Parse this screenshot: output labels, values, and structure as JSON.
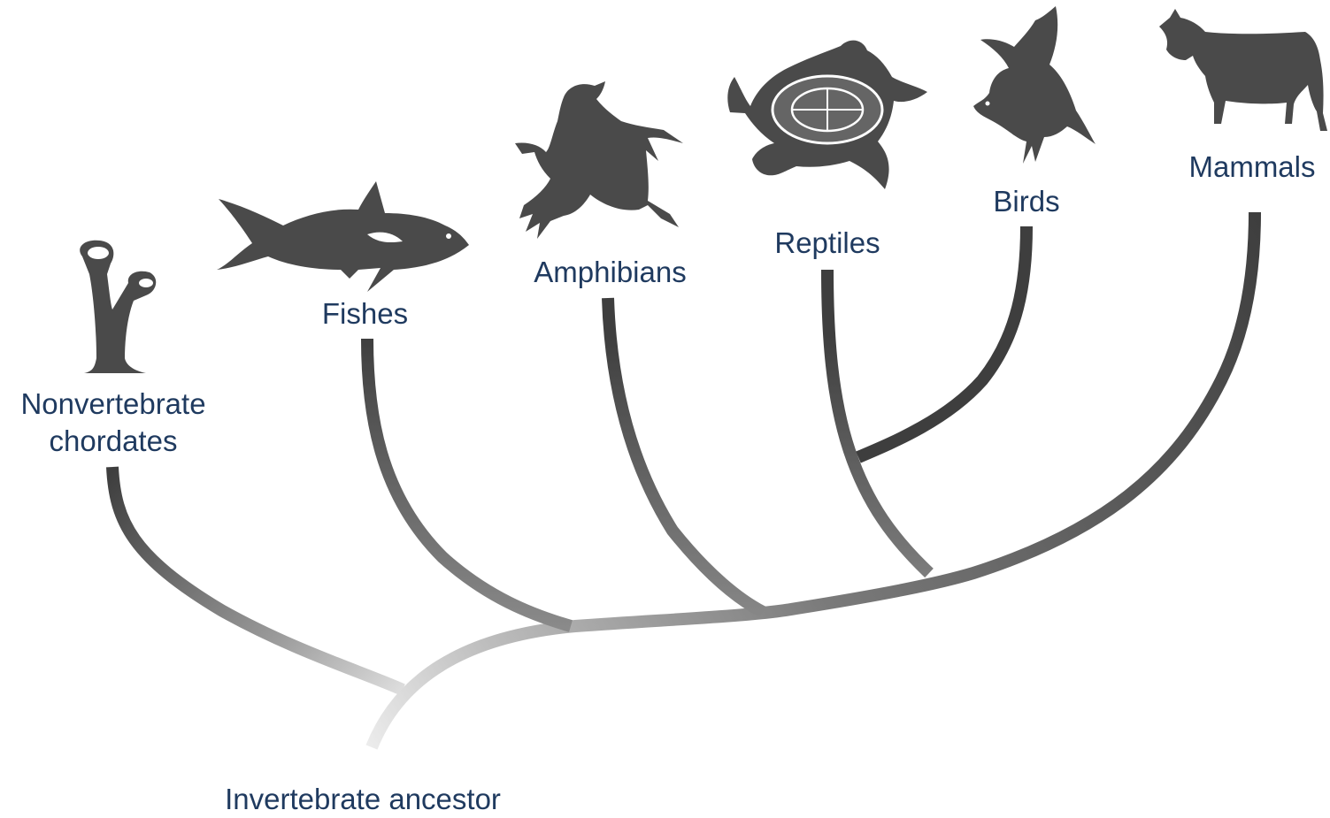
{
  "diagram": {
    "root_label": "Invertebrate ancestor",
    "taxa": [
      {
        "id": "nonvertebrate",
        "label_lines": [
          "Nonvertebrate",
          "chordates"
        ],
        "icon": "tunicate-icon"
      },
      {
        "id": "fishes",
        "label": "Fishes",
        "icon": "fish-icon"
      },
      {
        "id": "amphibians",
        "label": "Amphibians",
        "icon": "frog-icon"
      },
      {
        "id": "reptiles",
        "label": "Reptiles",
        "icon": "turtle-icon"
      },
      {
        "id": "birds",
        "label": "Birds",
        "icon": "bird-icon"
      },
      {
        "id": "mammals",
        "label": "Mammals",
        "icon": "cow-icon"
      }
    ],
    "colors": {
      "label_text": "#1f3a5f",
      "branch_dark": "#3e3e3e",
      "branch_light": "#e8e8e8",
      "silhouette": "#4a4a4a"
    }
  }
}
